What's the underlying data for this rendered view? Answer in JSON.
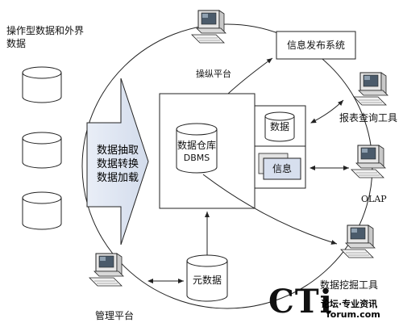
{
  "labels": {
    "operational_data": "操作型数据和外界数据",
    "etl": [
      "数据抽取",
      "数据转换",
      "数据加载"
    ],
    "dw": [
      "数据仓库",
      "DBMS"
    ],
    "data": "数据",
    "info": "信息",
    "info_publish": "信息发布系统",
    "control_platform": "操纵平台",
    "report_tool": "报表查询工具",
    "olap": "OLAP",
    "mining_tool": "数据挖掘工具",
    "metadata": "元数据",
    "mgmt_platform": "管理平台"
  },
  "watermark": {
    "brand": "CTi",
    "line1": "论坛·专业资讯",
    "line2": "forum.com"
  },
  "colors": {
    "line": "#222222",
    "etl_fill": "#dfe6f2",
    "computer_body": "#ececec",
    "screen": "#3f4f5f"
  }
}
